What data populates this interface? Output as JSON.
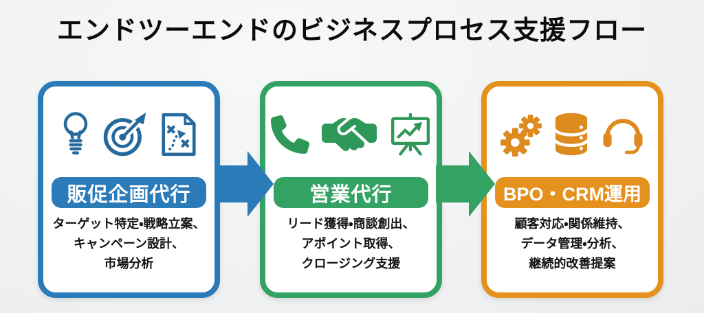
{
  "title": "エンドツーエンドのビジネスプロセス支援フロー",
  "colors": {
    "step1_blue": "#2b7bb9",
    "step2_green": "#34a263",
    "step3_orange": "#e5911e",
    "icon_blue": "#26699c",
    "icon_green": "#2e9859",
    "icon_orange": "#dd8a1e",
    "text": "#121212",
    "background": "#eceeef",
    "card_background": "#ffffff"
  },
  "steps": [
    {
      "label": "販促企画代行",
      "description_lines": [
        "ターゲット特定・戦略立案、",
        "キャンペーン設計、",
        "市場分析"
      ],
      "icons": [
        "lightbulb-icon",
        "target-dart-icon",
        "strategy-document-icon"
      ],
      "color": "#2b7bb9"
    },
    {
      "label": "営業代行",
      "description_lines": [
        "リード獲得・商談創出、",
        "アポイント取得、",
        "クロージング支援"
      ],
      "icons": [
        "phone-icon",
        "handshake-icon",
        "presentation-chart-icon"
      ],
      "color": "#34a263"
    },
    {
      "label": "BPO・CRM運用",
      "description_lines": [
        "顧客対応・関係維持、",
        "データ管理・分析、",
        "継続的改善提案"
      ],
      "icons": [
        "gears-icon",
        "database-icon",
        "headset-icon"
      ],
      "color": "#e5911e"
    }
  ],
  "arrows": [
    {
      "name": "flow-arrow-1",
      "color": "#2b7bb9"
    },
    {
      "name": "flow-arrow-2",
      "color": "#34a263"
    }
  ]
}
